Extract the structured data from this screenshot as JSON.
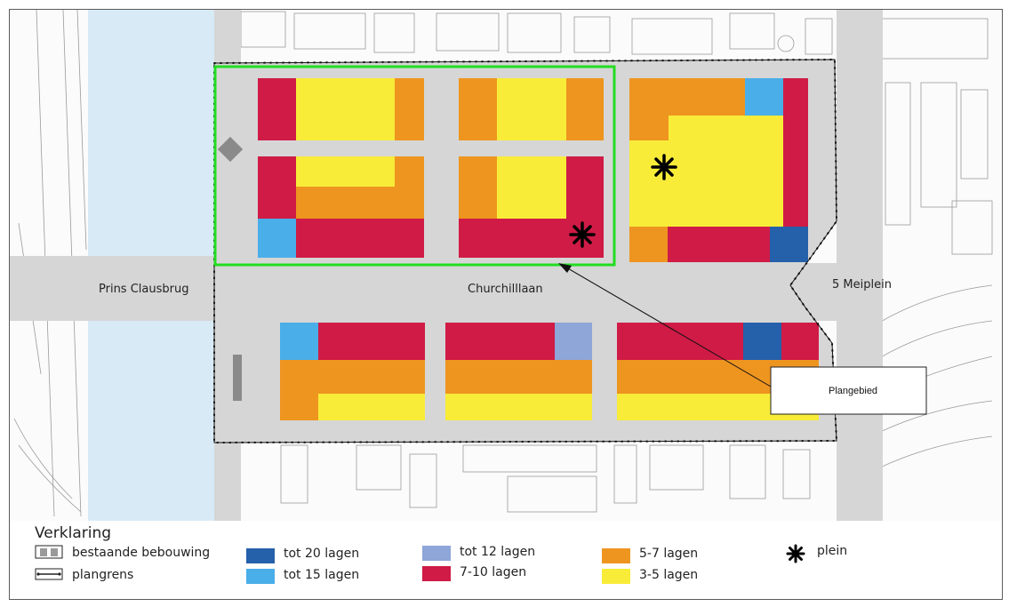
{
  "colors": {
    "tot_20_lagen": "#2560ab",
    "tot_15_lagen": "#4aaee8",
    "tot_12_lagen": "#8ea6d8",
    "lagen_7_10": "#cf1b46",
    "lagen_5_7": "#ee9520",
    "lagen_3_5": "#f8ec39",
    "road": "#d6d6d6",
    "water": "#d8eaf6",
    "plan_highlight": "#22dd22"
  },
  "map": {
    "labels": {
      "bridge": "Prins Clausbrug",
      "street": "Churchilllaan",
      "square": "5 Meiplein"
    },
    "callout": "Plangebied"
  },
  "legend": {
    "title": "Verklaring",
    "items": [
      {
        "label": "bestaande bebouwing",
        "icon": "existing-building-icon"
      },
      {
        "label": "plangrens",
        "icon": "plan-boundary-icon"
      },
      {
        "label": "tot 20 lagen",
        "icon": "swatch"
      },
      {
        "label": "tot 15 lagen",
        "icon": "swatch"
      },
      {
        "label": "tot 12 lagen",
        "icon": "swatch"
      },
      {
        "label": "7-10 lagen",
        "icon": "swatch"
      },
      {
        "label": "5-7 lagen",
        "icon": "swatch"
      },
      {
        "label": "3-5 lagen",
        "icon": "swatch"
      },
      {
        "label": "plein",
        "icon": "asterisk-icon"
      }
    ]
  }
}
